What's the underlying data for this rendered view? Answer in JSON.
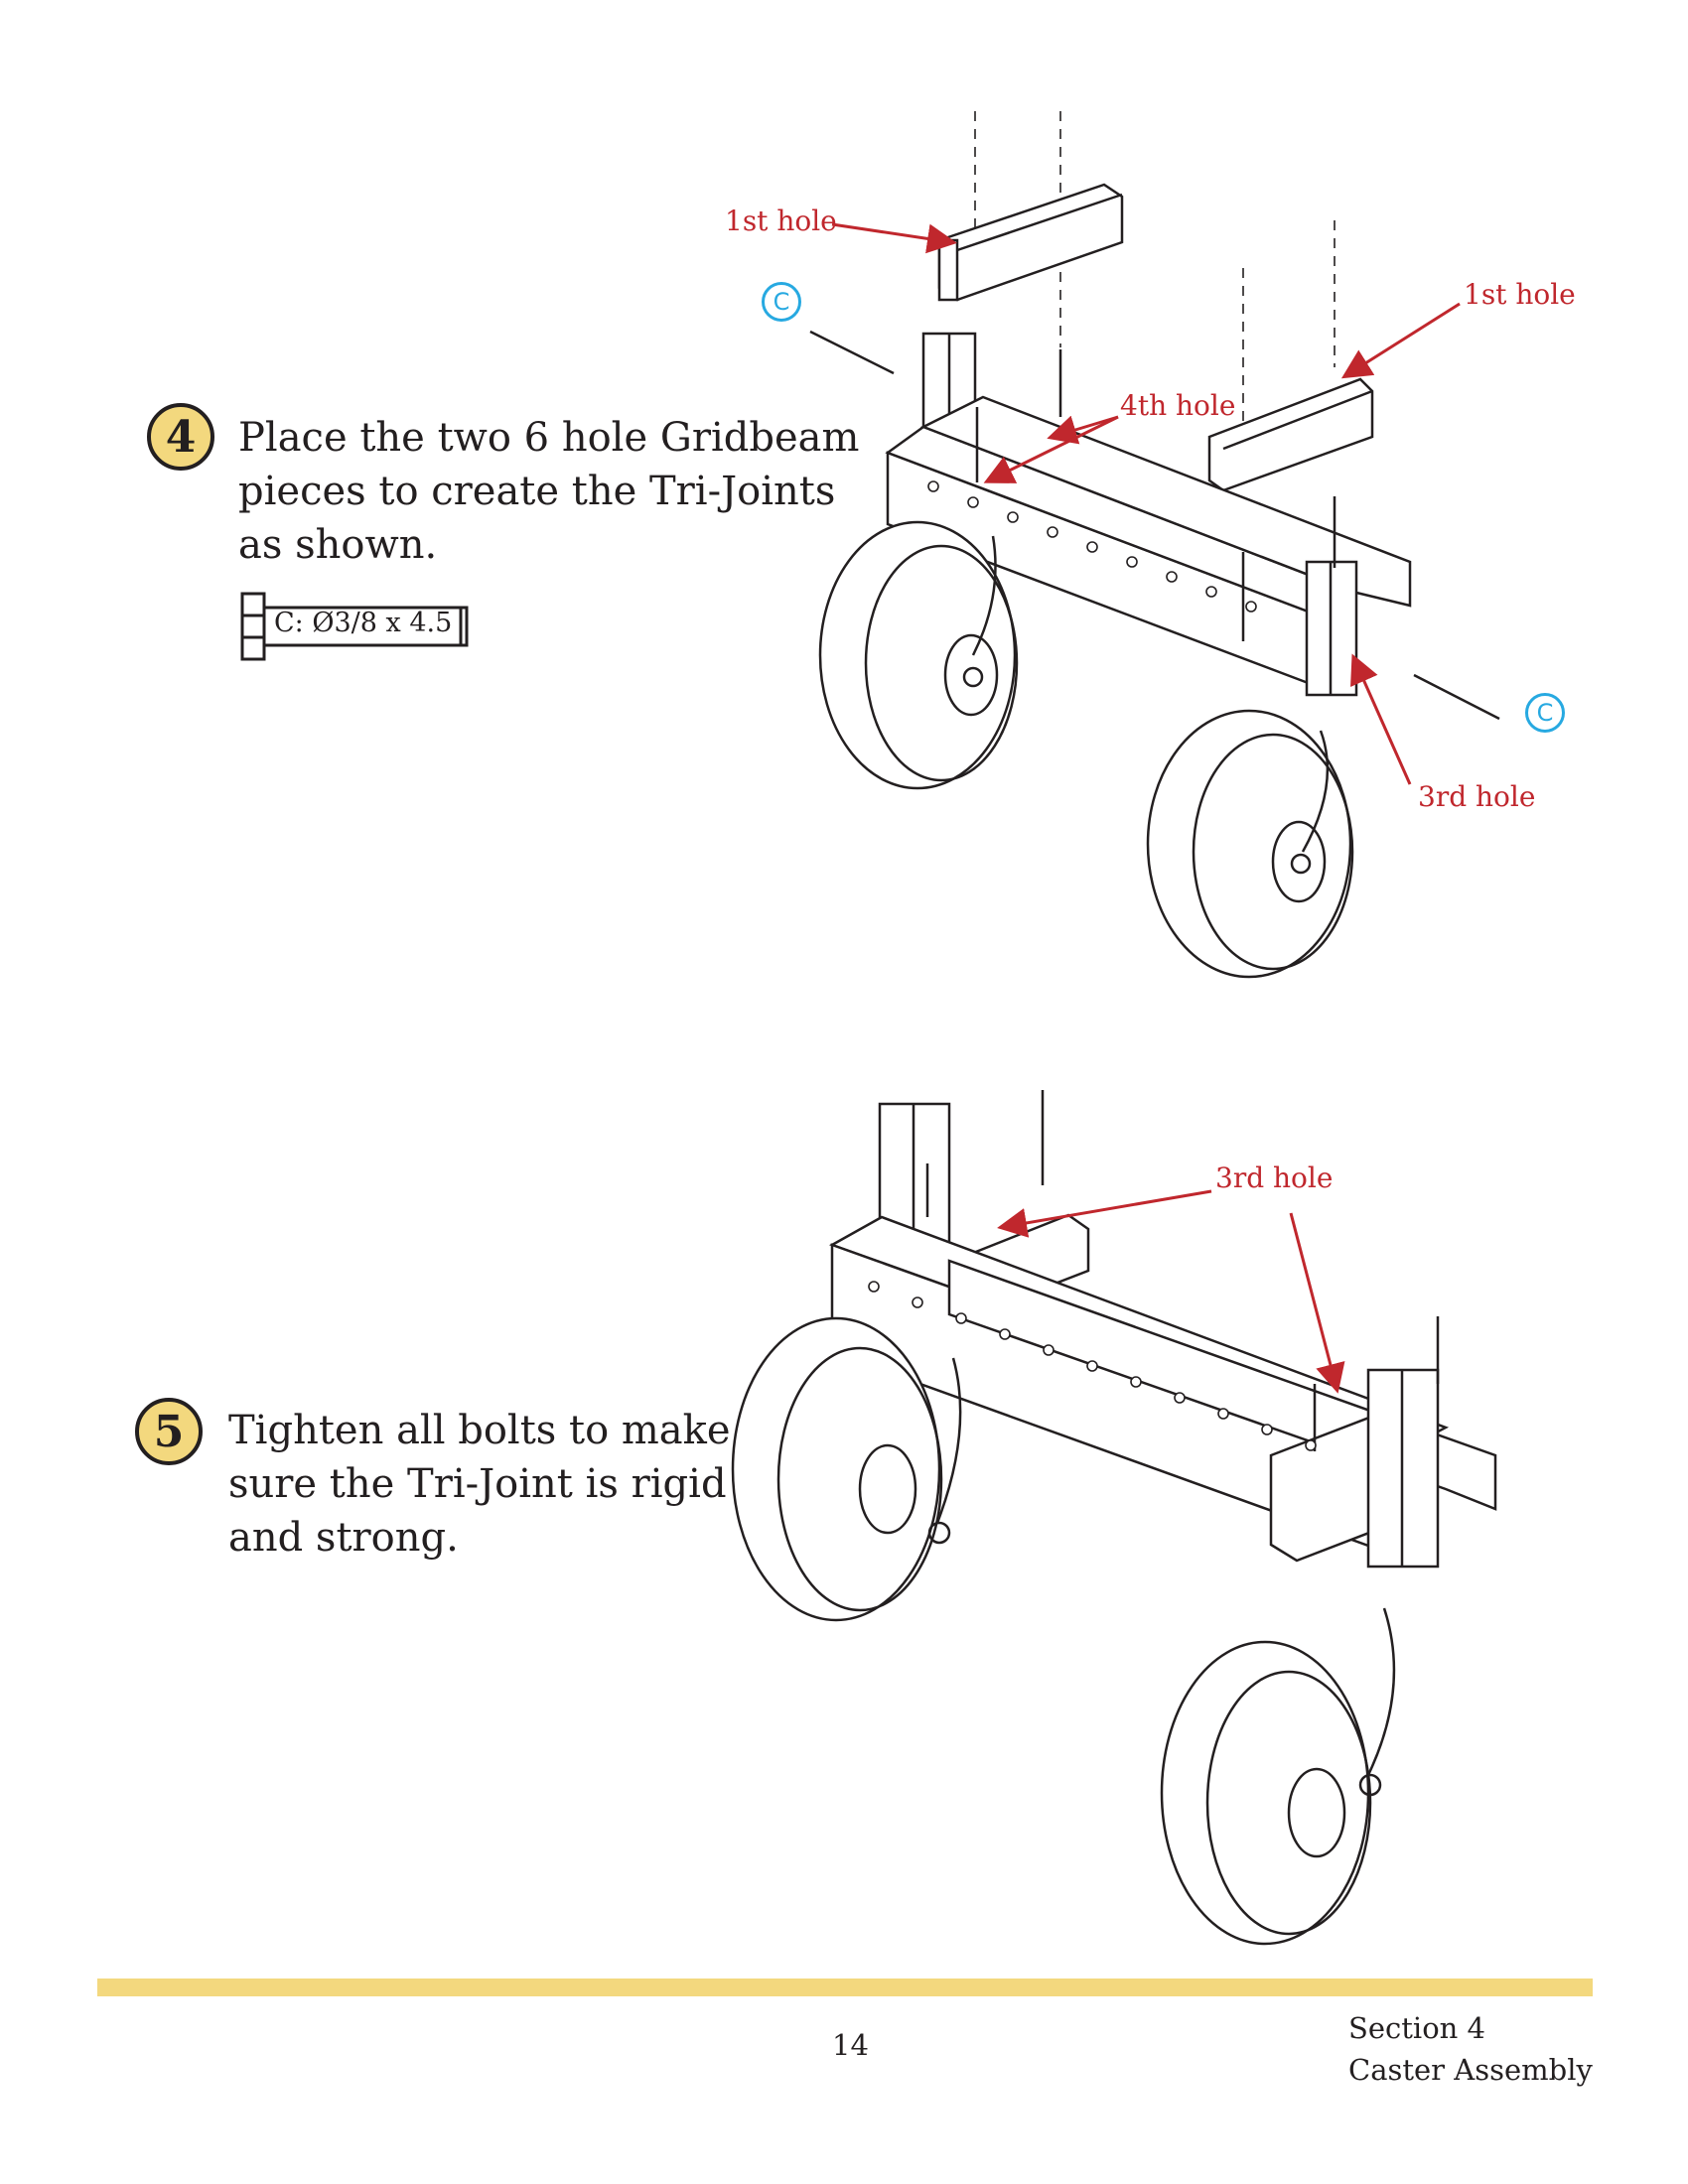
{
  "step4": {
    "number": "4",
    "line1": "Place the two 6 hole Gridbeam",
    "line2": "pieces to create the Tri-Joints",
    "line3": "as shown.",
    "bolt_label": "C: Ø3/8 x 4.5",
    "callouts": {
      "first_hole_left": "1st hole",
      "first_hole_right": "1st hole",
      "fourth_hole": "4th hole",
      "third_hole": "3rd hole",
      "c_left": "C",
      "c_right": "C"
    }
  },
  "step5": {
    "number": "5",
    "line1": "Tighten all bolts to make",
    "line2": "sure the Tri-Joint is rigid",
    "line3": "and strong.",
    "callouts": {
      "third_hole": "3rd hole"
    }
  },
  "footer": {
    "page_number": "14",
    "section_line1": "Section 4",
    "section_line2": "Caster Assembly"
  },
  "colors": {
    "accent_yellow": "#f3d87e",
    "callout_red": "#c0272d",
    "bolt_blue": "#27a9e1",
    "ink": "#231f20"
  }
}
